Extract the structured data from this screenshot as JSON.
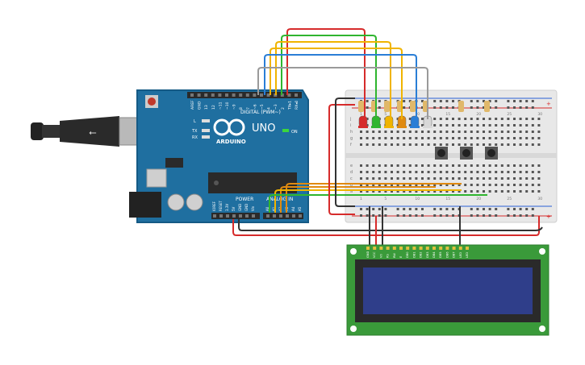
{
  "arduino": {
    "brand": "ARDUINO",
    "model": "UNO",
    "digital_label": "DIGITAL (PWM~)",
    "power_label": "POWER",
    "analog_label": "ANALOG IN",
    "on_label": "ON",
    "l_label": "L",
    "tx_label": "TX",
    "rx_label": "RX",
    "digital_pins": [
      "AREF",
      "GND",
      "13",
      "12",
      "~11",
      "~10",
      "~9",
      "8",
      "7",
      "~6",
      "~5",
      "4",
      "~3",
      "2",
      "TX▸1",
      "RX◂0"
    ],
    "power_pins": [
      "IOREF",
      "RESET",
      "3.3V",
      "5V",
      "GND",
      "GND",
      "Vin"
    ],
    "analog_pins": [
      "A0",
      "A1",
      "A2",
      "A3",
      "A4",
      "A5"
    ]
  },
  "breadboard": {
    "rows_top": [
      "j",
      "i",
      "h",
      "g",
      "f"
    ],
    "rows_bottom": [
      "e",
      "d",
      "c",
      "b",
      "a"
    ],
    "columns": [
      "1",
      "5",
      "10",
      "15",
      "20",
      "25",
      "30"
    ]
  },
  "leds": [
    {
      "color": "#d62b2b"
    },
    {
      "color": "#2fb52f"
    },
    {
      "color": "#f0b400"
    },
    {
      "color": "#e08a10"
    },
    {
      "color": "#2a7ed6"
    },
    {
      "color": "#d8d8d8"
    }
  ],
  "lcd": {
    "pins": [
      "GND",
      "VCC",
      "V0",
      "RS",
      "RW",
      "E",
      "DB0",
      "DB1",
      "DB2",
      "DB3",
      "DB4",
      "DB5",
      "DB6",
      "DB7",
      "LED",
      "LED"
    ]
  },
  "colors": {
    "board": "#1f6fa0",
    "breadboard": "#e8e8e8",
    "lcd_pcb": "#3a9a3a",
    "lcd_screen": "#2f3e8a",
    "wire_red": "#d62b2b",
    "wire_black": "#333333",
    "wire_gray": "#9a9a9a"
  }
}
